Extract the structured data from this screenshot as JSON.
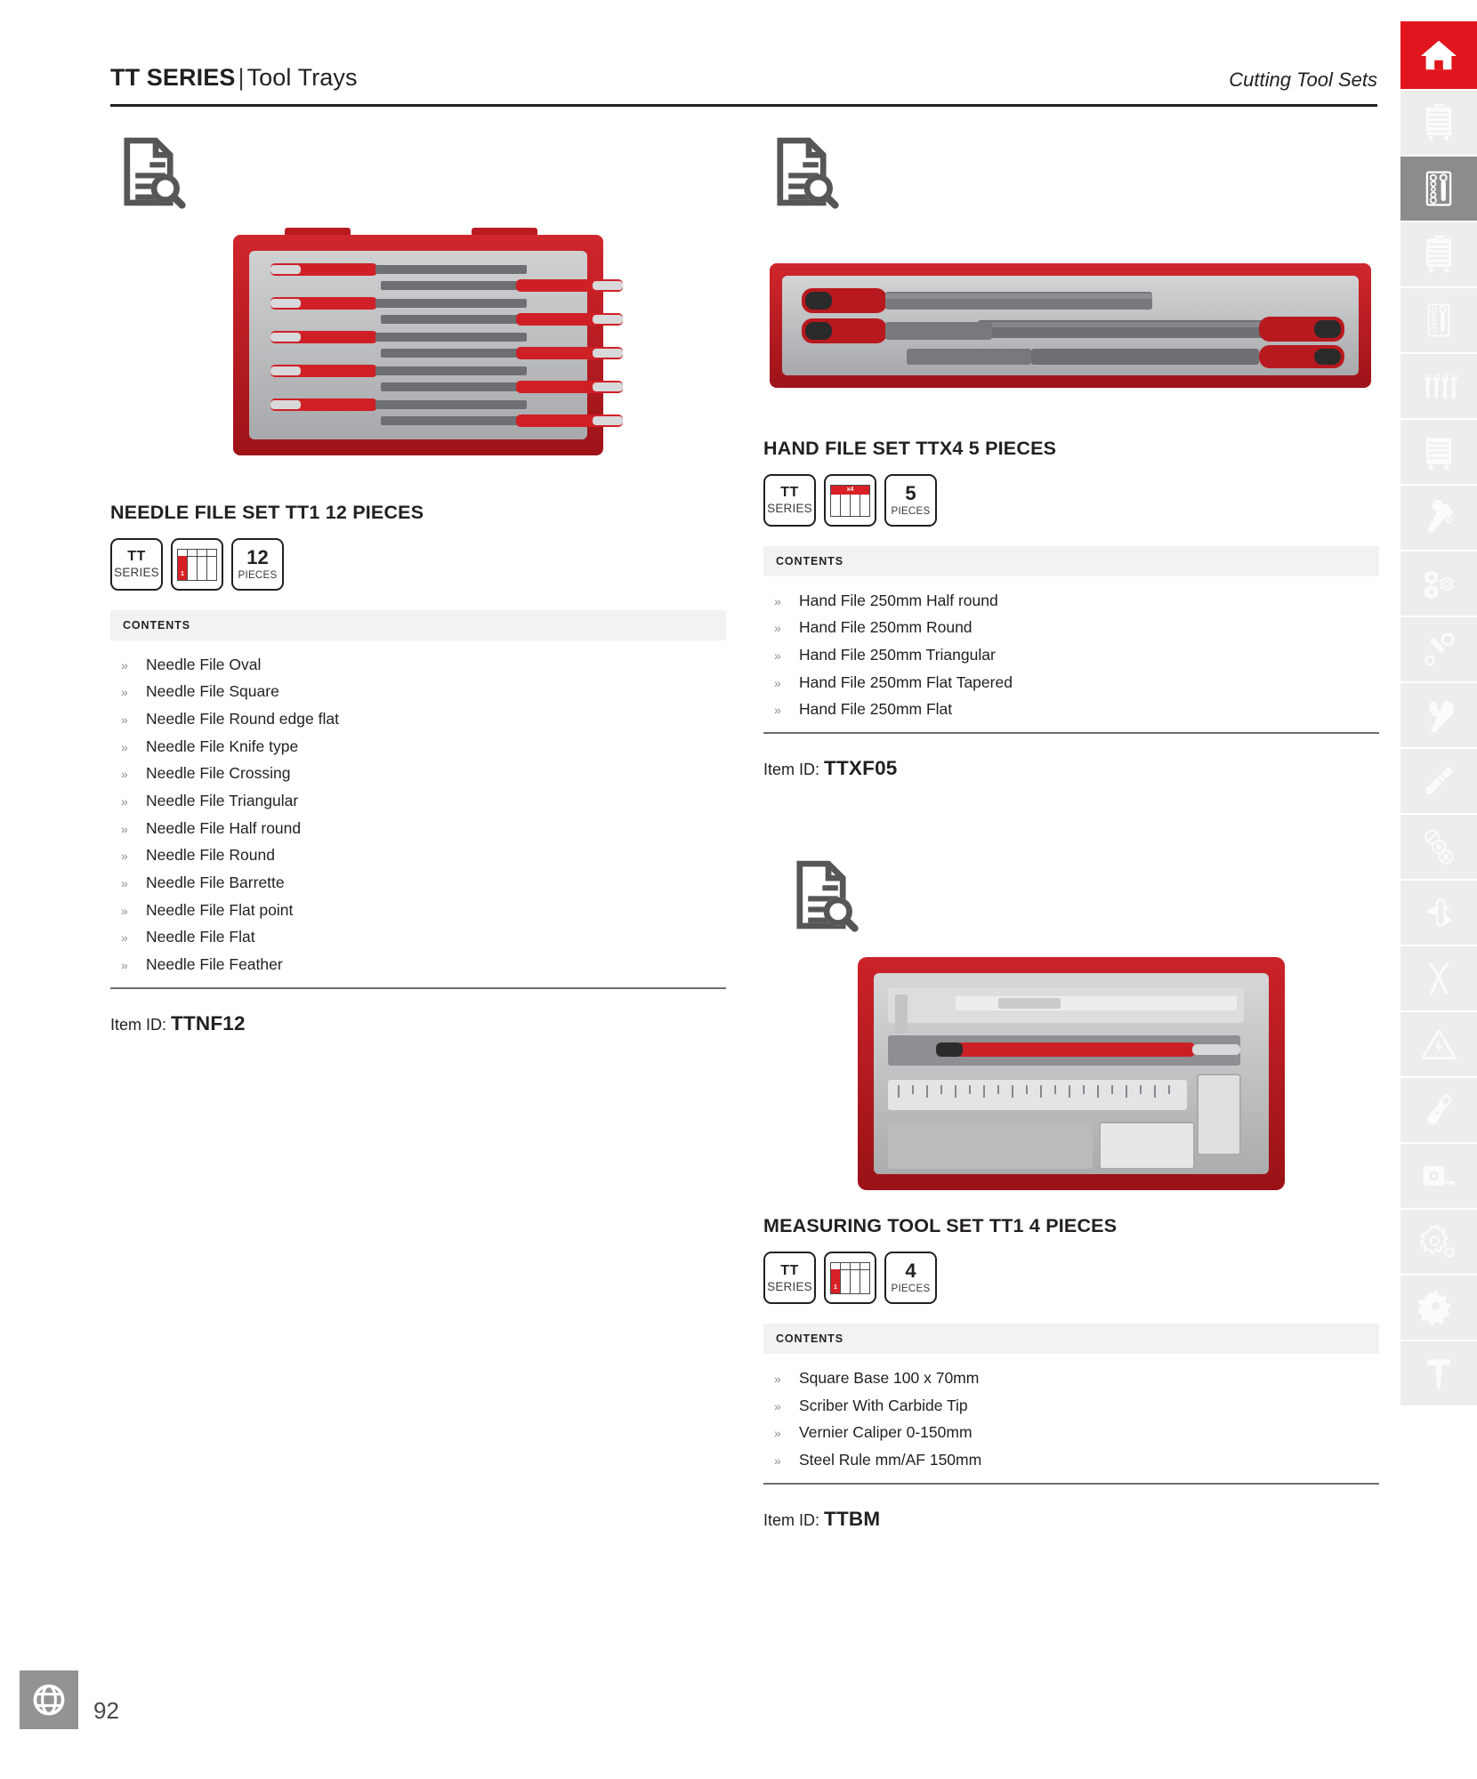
{
  "header": {
    "series": "TT SERIES",
    "divider": "|",
    "section": "Tool Trays",
    "category": "Cutting Tool Sets"
  },
  "page": {
    "number": "92",
    "globe_icon": "globe-icon"
  },
  "products": [
    {
      "id": "needle-file-set",
      "doc_icon": "document-search-icon",
      "title": "NEEDLE FILE SET TT1 12 PIECES",
      "badges": {
        "series_line1": "TT",
        "series_line2": "SERIES",
        "tray_variant": "left",
        "tray_label": "1",
        "count": "12",
        "count_label": "PIECES"
      },
      "contents_label": "CONTENTS",
      "contents": [
        "Needle File Oval",
        "Needle File Square",
        "Needle File Round edge flat",
        "Needle File Knife type",
        "Needle File Crossing",
        "Needle File Triangular",
        "Needle File Half round",
        "Needle File Round",
        "Needle File Barrette",
        "Needle File Flat point",
        "Needle File Flat",
        "Needle File Feather"
      ],
      "item_id_label": "Item ID:",
      "item_id": "TTNF12"
    },
    {
      "id": "hand-file-set",
      "doc_icon": "document-search-icon",
      "title": "HAND FILE SET TTX4 5 PIECES",
      "badges": {
        "series_line1": "TT",
        "series_line2": "SERIES",
        "tray_variant": "top",
        "tray_label": "x4",
        "count": "5",
        "count_label": "PIECES"
      },
      "contents_label": "CONTENTS",
      "contents": [
        "Hand File 250mm Half round",
        "Hand File 250mm Round",
        "Hand File 250mm Triangular",
        "Hand File 250mm Flat Tapered",
        "Hand File 250mm Flat"
      ],
      "item_id_label": "Item ID:",
      "item_id": "TTXF05"
    },
    {
      "id": "measuring-tool-set",
      "doc_icon": "document-search-icon",
      "title": "MEASURING TOOL SET TT1 4 PIECES",
      "badges": {
        "series_line1": "TT",
        "series_line2": "SERIES",
        "tray_variant": "left",
        "tray_label": "1",
        "count": "4",
        "count_label": "PIECES"
      },
      "contents_label": "CONTENTS",
      "contents": [
        "Square Base 100 x 70mm",
        "Scriber With Carbide Tip",
        "Vernier Caliper 0-150mm",
        "Steel Rule mm/AF 150mm"
      ],
      "item_id_label": "Item ID:",
      "item_id": "TTBM"
    }
  ],
  "sidebar": {
    "items": [
      {
        "icon": "home-icon",
        "state": "home"
      },
      {
        "icon": "tool-cabinet-icon",
        "state": "dim"
      },
      {
        "icon": "socket-tray-icon",
        "state": "active"
      },
      {
        "icon": "tool-cabinet-icon",
        "state": "dim"
      },
      {
        "icon": "screwdriver-tray-icon",
        "state": "dim"
      },
      {
        "icon": "spanner-set-icon",
        "state": "dim"
      },
      {
        "icon": "roller-cabinet-icon",
        "state": "dim"
      },
      {
        "icon": "ratchet-icon",
        "state": "dim"
      },
      {
        "icon": "sockets-icon",
        "state": "dim"
      },
      {
        "icon": "extension-bar-icon",
        "state": "dim"
      },
      {
        "icon": "wrench-icon",
        "state": "dim"
      },
      {
        "icon": "screwdriver-icon",
        "state": "dim"
      },
      {
        "icon": "cutting-tools-icon",
        "state": "dim"
      },
      {
        "icon": "pocket-knife-icon",
        "state": "dim"
      },
      {
        "icon": "pliers-icon",
        "state": "dim"
      },
      {
        "icon": "electrical-icon",
        "state": "dim"
      },
      {
        "icon": "chisel-icon",
        "state": "dim"
      },
      {
        "icon": "tape-measure-icon",
        "state": "dim"
      },
      {
        "icon": "gears-icon",
        "state": "dim"
      },
      {
        "icon": "cogs-icon",
        "state": "dim"
      },
      {
        "icon": "hammer-icon",
        "state": "dim"
      }
    ]
  },
  "colors": {
    "brand_red": "#e1151d",
    "badge_red": "#d81f26",
    "ink": "#231f20",
    "panel_grey": "#f2f2f2",
    "sidebar_dim": "#ededed",
    "sidebar_active": "#8c8c8c"
  }
}
